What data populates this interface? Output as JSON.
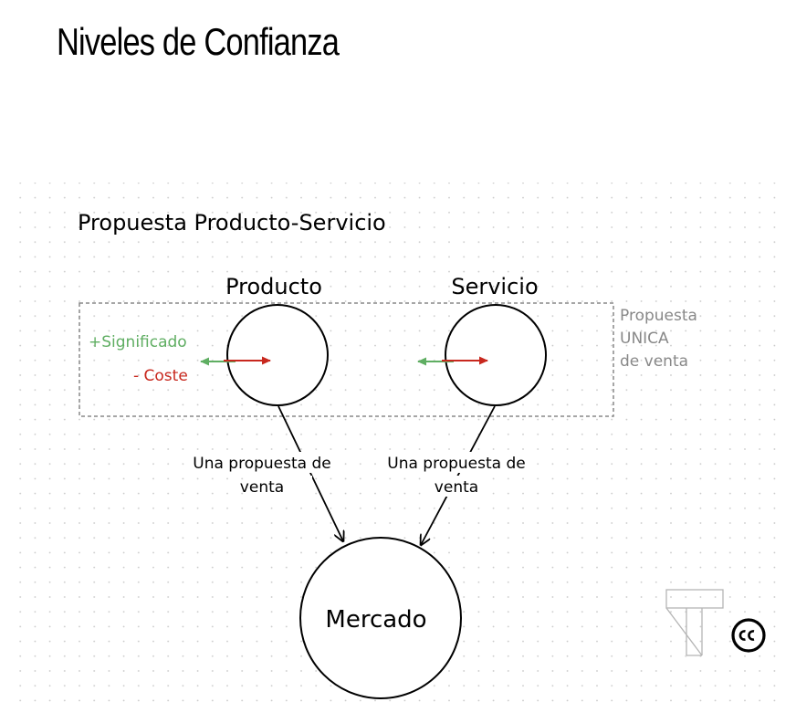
{
  "page": {
    "title": "Niveles de Confianza"
  },
  "diagram": {
    "heading": "Propuesta Producto-Servicio",
    "nodes": {
      "producto": {
        "label": "Producto"
      },
      "servicio": {
        "label": "Servicio"
      },
      "mercado": {
        "label": "Mercado"
      }
    },
    "group": {
      "label_lines": [
        "Propuesta",
        "UNICA",
        "de venta"
      ]
    },
    "indicators": {
      "plus": "+Significado",
      "minus": "- Coste"
    },
    "edges": [
      {
        "from": "producto",
        "to": "mercado",
        "label_lines": [
          "Una propuesta de",
          "venta"
        ]
      },
      {
        "from": "servicio",
        "to": "mercado",
        "label_lines": [
          "Una propuesta de",
          "venta"
        ]
      }
    ],
    "colors": {
      "green": "#5fae62",
      "red": "#c8281e",
      "gray": "#888888",
      "dot": "#c7c7c7",
      "ink": "#000000"
    }
  }
}
